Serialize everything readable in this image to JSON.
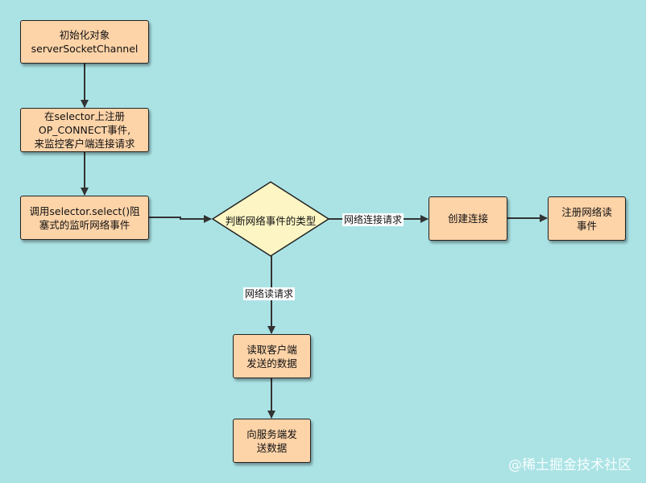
{
  "nodes": {
    "init": "初始化对象\nserverSocketChannel",
    "register_connect": "在selector上注册\nOP_CONNECT事件,\n来监控客户端连接请求",
    "select_block": "调用selector.select()阻\n塞式的监听网络事件",
    "judge": "判断网络事件的类型",
    "create_conn": "创建连接",
    "register_read": "注册网络读\n事件",
    "read_client": "读取客户端\n发送的数据",
    "send_server": "向服务端发\n送数据"
  },
  "edge_labels": {
    "connect_request": "网络连接请求",
    "read_request": "网络读请求"
  },
  "colors": {
    "background": "#abe3e5",
    "process_fill": "#fdd3a8",
    "decision_fill": "#fdf6c4"
  },
  "watermark": "@稀土掘金技术社区"
}
